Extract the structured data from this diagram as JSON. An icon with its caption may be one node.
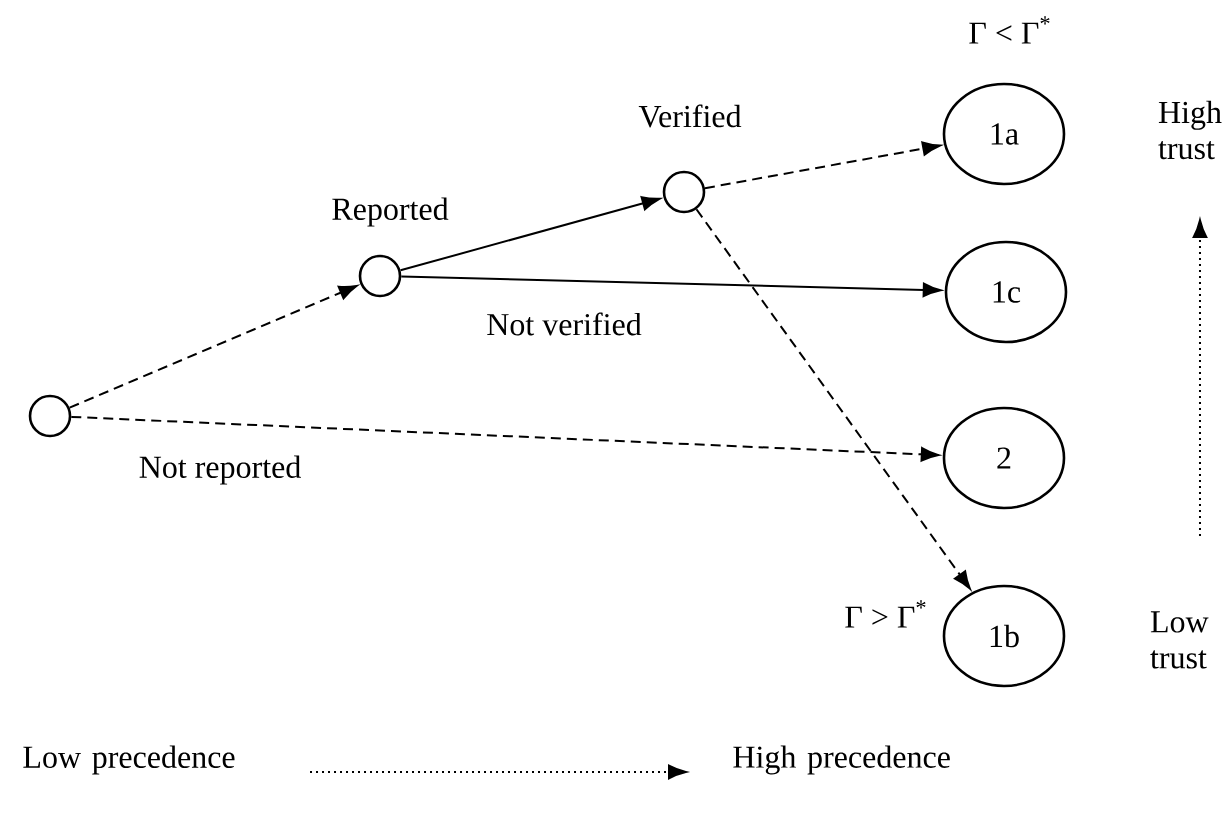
{
  "diagram": {
    "nodes": [
      {
        "text": [],
        "shape": "circle"
      },
      {
        "text": [],
        "shape": "circle"
      },
      {
        "text": [],
        "shape": "circle"
      },
      {
        "text": [
          "1a"
        ],
        "beside": [
          "Γ < Γ$^{*}$"
        ]
      },
      {
        "text": [
          "1c"
        ]
      },
      {
        "text": [
          "2"
        ]
      },
      {
        "text": [
          "1b"
        ],
        "beside": [
          "Γ > Γ$^{*}$"
        ]
      }
    ],
    "edges": [
      {
        "from": 0,
        "to": 1,
        "arrow": "to",
        "style": "dashed",
        "label": "Reported"
      },
      {
        "from": 0,
        "to": 5,
        "arrow": "to",
        "style": "dashed",
        "label": "Not reported"
      },
      {
        "from": 1,
        "to": 2,
        "arrow": "to",
        "label": "Verified"
      },
      {
        "from": 1,
        "to": 4,
        "arrow": "to",
        "label": "Not verified"
      },
      {
        "from": 2,
        "to": 3,
        "arrow": "to",
        "style": "dashed"
      },
      {
        "from": 2,
        "to": 6,
        "arrow": "to",
        "style": "dashed"
      }
    ],
    "labels": [
      "High trust",
      "Low trust",
      "Low precedence",
      "High precedence"
    ]
  }
}
